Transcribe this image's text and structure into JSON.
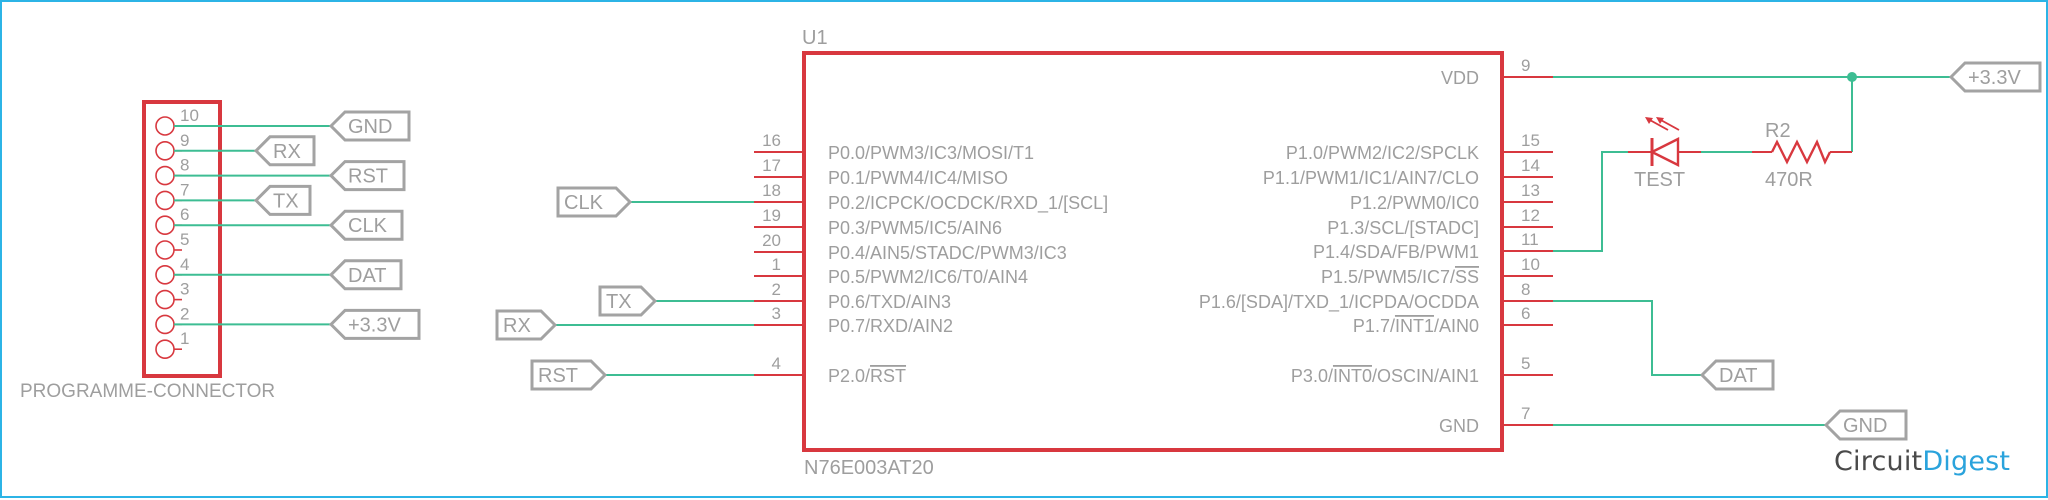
{
  "colors": {
    "wire": "#3dbd93",
    "part": "#d8383f",
    "text": "#9e9e9e",
    "label_border": "#a3a3a3",
    "frame": "#2cb4e6",
    "logo_dark": "#4a4a4a",
    "logo_blue": "#2aa3dc"
  },
  "connector": {
    "name": "PROGRAMME-CONNECTOR",
    "pins": [
      {
        "num": "10",
        "net": "GND"
      },
      {
        "num": "9",
        "net": "RX"
      },
      {
        "num": "8",
        "net": "RST"
      },
      {
        "num": "7",
        "net": "TX"
      },
      {
        "num": "6",
        "net": "CLK"
      },
      {
        "num": "5",
        "net": ""
      },
      {
        "num": "4",
        "net": "DAT"
      },
      {
        "num": "3",
        "net": ""
      },
      {
        "num": "2",
        "net": "+3.3V"
      },
      {
        "num": "1",
        "net": ""
      }
    ]
  },
  "chip": {
    "ref": "U1",
    "value": "N76E003AT20",
    "left_pins": [
      {
        "num": "16",
        "label": "P0.0/PWM3/IC3/MOSI/T1",
        "net": ""
      },
      {
        "num": "17",
        "label": "P0.1/PWM4/IC4/MISO",
        "net": ""
      },
      {
        "num": "18",
        "label": "P0.2/ICPCK/OCDCK/RXD_1/[SCL]",
        "net": "CLK"
      },
      {
        "num": "19",
        "label": "P0.3/PWM5/IC5/AIN6",
        "net": ""
      },
      {
        "num": "20",
        "label": "P0.4/AIN5/STADC/PWM3/IC3",
        "net": ""
      },
      {
        "num": "1",
        "label": "P0.5/PWM2/IC6/T0/AIN4",
        "net": ""
      },
      {
        "num": "2",
        "label": "P0.6/TXD/AIN3",
        "net": "TX"
      },
      {
        "num": "3",
        "label": "P0.7/RXD/AIN2",
        "net": "RX"
      },
      {
        "num": "4",
        "label": "P2.0/RST",
        "overline": "RST",
        "net": "RST"
      }
    ],
    "right_pins": [
      {
        "num": "9",
        "label": "VDD",
        "net": "+3.3V"
      },
      {
        "num": "15",
        "label": "P1.0/PWM2/IC2/SPCLK",
        "net": ""
      },
      {
        "num": "14",
        "label": "P1.1/PWM1/IC1/AIN7/CLO",
        "net": ""
      },
      {
        "num": "13",
        "label": "P1.2/PWM0/IC0",
        "net": ""
      },
      {
        "num": "12",
        "label": "P1.3/SCL/[STADC]",
        "net": ""
      },
      {
        "num": "11",
        "label": "P1.4/SDA/FB/PWM1",
        "net": "LED"
      },
      {
        "num": "10",
        "label": "P1.5/PWM5/IC7/SS",
        "overline": "SS",
        "net": ""
      },
      {
        "num": "8",
        "label": "P1.6/[SDA]/TXD_1/ICPDA/OCDDA",
        "net": "DAT"
      },
      {
        "num": "6",
        "label": "P1.7/INT1/AIN0",
        "overline": "INT1",
        "net": ""
      },
      {
        "num": "5",
        "label": "P3.0/INT0/OSCIN/AIN1",
        "overline": "INT0",
        "net": ""
      },
      {
        "num": "7",
        "label": "GND",
        "net": "GND"
      }
    ]
  },
  "led": {
    "ref": "TEST",
    "icon": "led-icon"
  },
  "resistor": {
    "ref": "R2",
    "value": "470R",
    "icon": "resistor-icon"
  },
  "net_labels": {
    "connector": [
      "GND",
      "RX",
      "RST",
      "TX",
      "CLK",
      "DAT",
      "+3.3V"
    ],
    "chip_left": [
      "CLK",
      "TX",
      "RX",
      "RST"
    ],
    "chip_right": [
      "+3.3V",
      "DAT",
      "GND"
    ]
  },
  "logo": {
    "part1": "Circuit",
    "part2": "Digest"
  }
}
